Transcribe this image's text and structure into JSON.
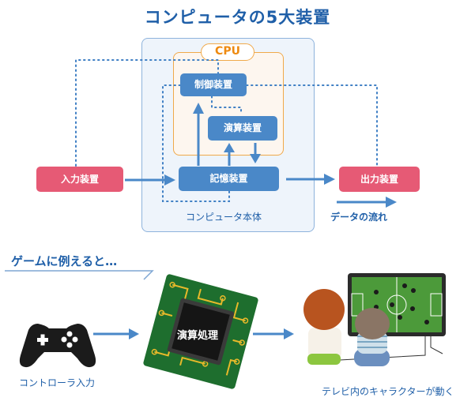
{
  "title": "コンピュータの5大装置",
  "diagram": {
    "cpu_label": "CPU",
    "control_unit": "制御装置",
    "arithmetic_unit": "演算装置",
    "memory_unit": "記憶装置",
    "input_unit": "入力装置",
    "output_unit": "出力装置",
    "computer_body_label": "コンピュータ本体",
    "legend_data_flow": "データの流れ"
  },
  "example": {
    "heading": "ゲームに例えると…",
    "controller_caption": "コントローラ入力",
    "chip_label": "演算処理",
    "tv_caption": "テレビ内のキャラクターが動く"
  },
  "colors": {
    "title_blue": "#1f5fa8",
    "unit_blue": "#4a88c8",
    "io_red": "#e65a75",
    "cpu_orange": "#f0a94a",
    "pcb_green": "#1e6e2e"
  }
}
